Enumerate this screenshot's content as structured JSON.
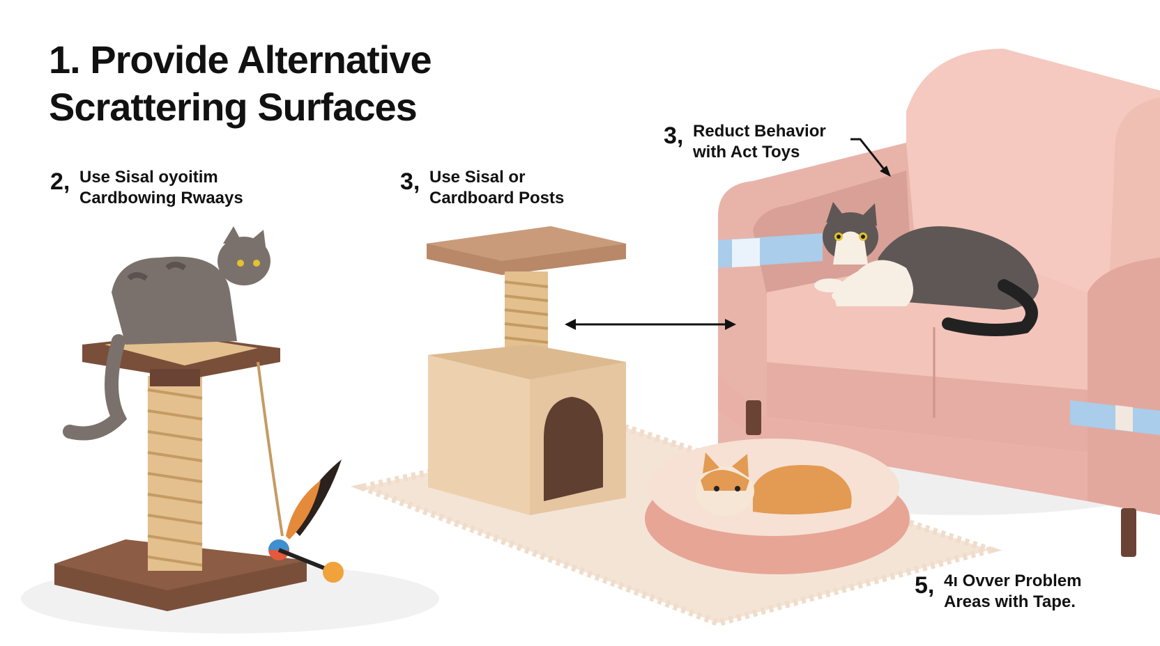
{
  "title": {
    "line1": "1. Provide Alternative",
    "line2": "Scrattering Surfaces"
  },
  "callouts": [
    {
      "number": "2,",
      "line1": "Use Sisal oyoitim",
      "line2": "Cardbowing Rwaays"
    },
    {
      "number": "3,",
      "line1": "Use Sisal or",
      "line2": "Cardboard Posts"
    },
    {
      "number": "3,",
      "line1": "Reduct Behavior",
      "line2": "with Act Toys"
    },
    {
      "number": "5,",
      "line1": "4ı Ovver Problem",
      "line2": "Areas with Tape."
    }
  ],
  "illustration": {
    "items": [
      "cat-tree-with-gray-tabby",
      "feather-wand-toy",
      "scratching-post-condo",
      "rug",
      "cat-bed-with-orange-cat",
      "pink-sofa-with-tuxedo-cat",
      "double-tape-on-sofa-arm",
      "double-headed-arrow"
    ],
    "colors": {
      "sofa": "#e8b4aa",
      "sofa_light": "#f5c9bf",
      "sofa_shadow": "#c98f86",
      "tape": "#a9cdea",
      "wood_dark": "#7a4f3a",
      "sisal": "#e3c08e",
      "condo": "#edd1ae",
      "rug": "#f4e4d6",
      "gray_cat": "#7b716c",
      "orange_cat": "#e39a52",
      "bed": "#e7a596"
    }
  }
}
